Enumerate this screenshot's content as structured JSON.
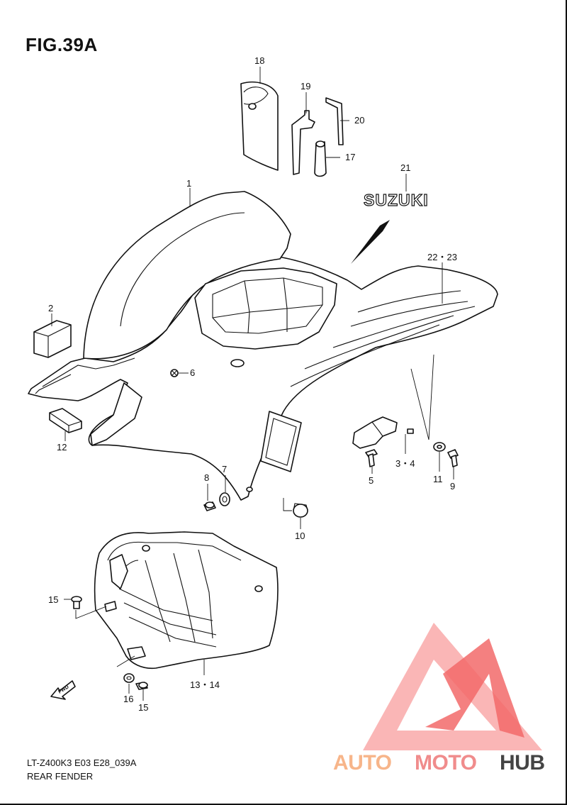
{
  "figure": {
    "title": "FIG.39A",
    "model_code": "LT-Z400K3 E03 E28_039A",
    "section_name": "REAR FENDER"
  },
  "emblem_text": "SUZUKI",
  "fwd_arrow_text": "FWD",
  "watermark": {
    "part1": "AUTO",
    "part2": "MOTO",
    "part3": "HUB",
    "color1": "#f7b58a",
    "color2": "#f08c8c",
    "color3": "#444444",
    "triangle_color": "#f26a6a"
  },
  "callouts": [
    {
      "id": "c1",
      "text": "1"
    },
    {
      "id": "c2",
      "text": "2"
    },
    {
      "id": "c3",
      "text": "3・4"
    },
    {
      "id": "c5",
      "text": "5"
    },
    {
      "id": "c6",
      "text": "6"
    },
    {
      "id": "c7",
      "text": "7"
    },
    {
      "id": "c8",
      "text": "8"
    },
    {
      "id": "c9",
      "text": "9"
    },
    {
      "id": "c10",
      "text": "10"
    },
    {
      "id": "c11",
      "text": "11"
    },
    {
      "id": "c12",
      "text": "12"
    },
    {
      "id": "c13",
      "text": "13・14"
    },
    {
      "id": "c15a",
      "text": "15"
    },
    {
      "id": "c15b",
      "text": "15"
    },
    {
      "id": "c16",
      "text": "16"
    },
    {
      "id": "c17",
      "text": "17"
    },
    {
      "id": "c18",
      "text": "18"
    },
    {
      "id": "c19",
      "text": "19"
    },
    {
      "id": "c20",
      "text": "20"
    },
    {
      "id": "c21",
      "text": "21"
    },
    {
      "id": "c22",
      "text": "22・23"
    }
  ]
}
